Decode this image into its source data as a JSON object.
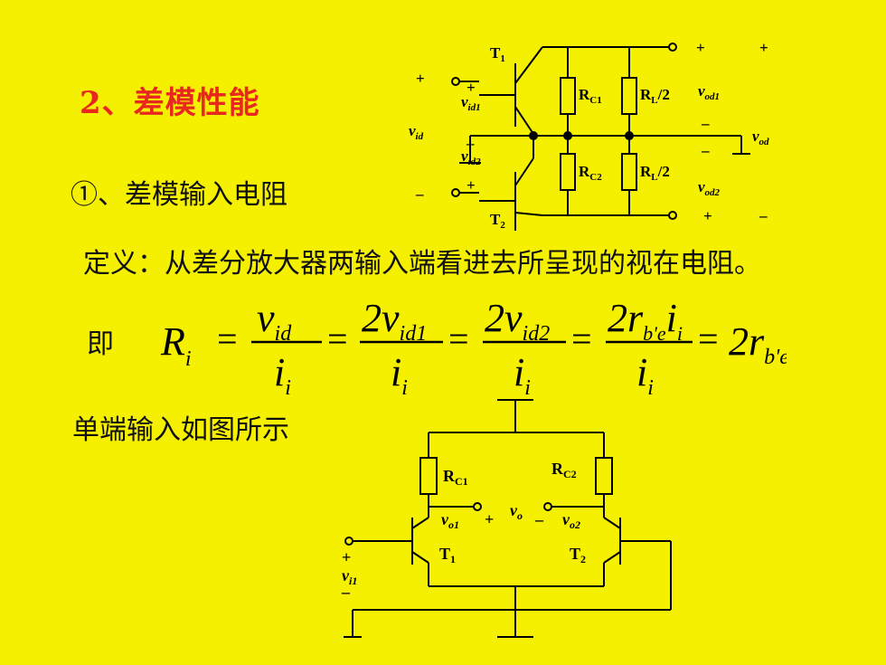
{
  "heading": "2、差模性能",
  "subheading": "①、差模输入电阻",
  "definition": "定义：从差分放大器两输入端看进去所呈现的视在电阻。",
  "ji": "即",
  "single_end": "单端输入如图所示",
  "formula": {
    "lhs": "R",
    "lhs_sub": "i",
    "f1_num": "v",
    "f1_num_sub": "id",
    "f2_num": "2v",
    "f2_num_sub": "id1",
    "f3_num": "2v",
    "f3_num_sub": "id2",
    "f4_num": "2r",
    "f4_num_sub": "b'e",
    "f4_num_i": "i",
    "f4_num_i_sub": "i",
    "den": "i",
    "den_sub": "i",
    "rhs": "2r",
    "rhs_sub": "b'e"
  },
  "circuit_top": {
    "t1": "T",
    "t1_sub": "1",
    "t2": "T",
    "t2_sub": "2",
    "rc1": "R",
    "rc1_sub": "C1",
    "rc2": "R",
    "rc2_sub": "C2",
    "rl": "R",
    "rl_sub": "L",
    "rl_tail": "/2",
    "vid": "v",
    "vid_sub": "id",
    "vid1": "v",
    "vid1_sub": "id1",
    "vid2": "v",
    "vid2_sub": "id2",
    "vod": "v",
    "vod_sub": "od",
    "vod1": "v",
    "vod1_sub": "od1",
    "vod2": "v",
    "vod2_sub": "od2",
    "plus": "+",
    "minus": "–"
  },
  "circuit_bottom": {
    "rc1": "R",
    "rc1_sub": "C1",
    "rc2": "R",
    "rc2_sub": "C2",
    "t1": "T",
    "t1_sub": "1",
    "t2": "T",
    "t2_sub": "2",
    "vo": "v",
    "vo_sub": "o",
    "vo1": "v",
    "vo1_sub": "o1",
    "vo2": "v",
    "vo2_sub": "o2",
    "vi1": "v",
    "vi1_sub": "i1",
    "plus": "+",
    "minus": "–"
  }
}
